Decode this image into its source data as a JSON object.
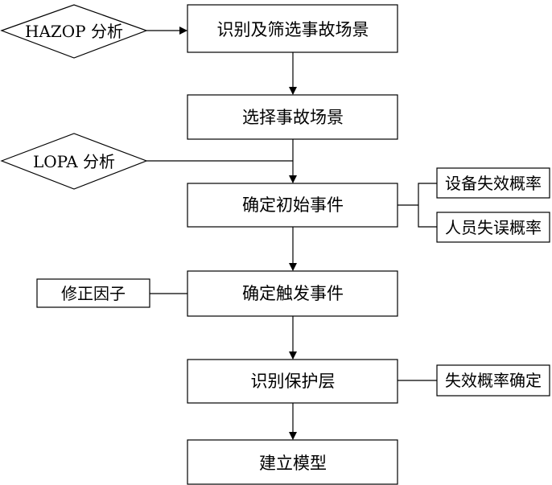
{
  "main_steps": [
    "识别及筛选事故场景",
    "选择事故场景",
    "确定初始事件",
    "确定触发事件",
    "识别保护层",
    "建立模型"
  ],
  "inputs": {
    "hazop": "HAZOP 分析",
    "lopa": "LOPA 分析",
    "correction_factor": "修正因子"
  },
  "side_outputs": {
    "equipment_failure": "设备失效概率",
    "human_error": "人员失误概率",
    "failure_probability_determination": "失效概率确定"
  }
}
